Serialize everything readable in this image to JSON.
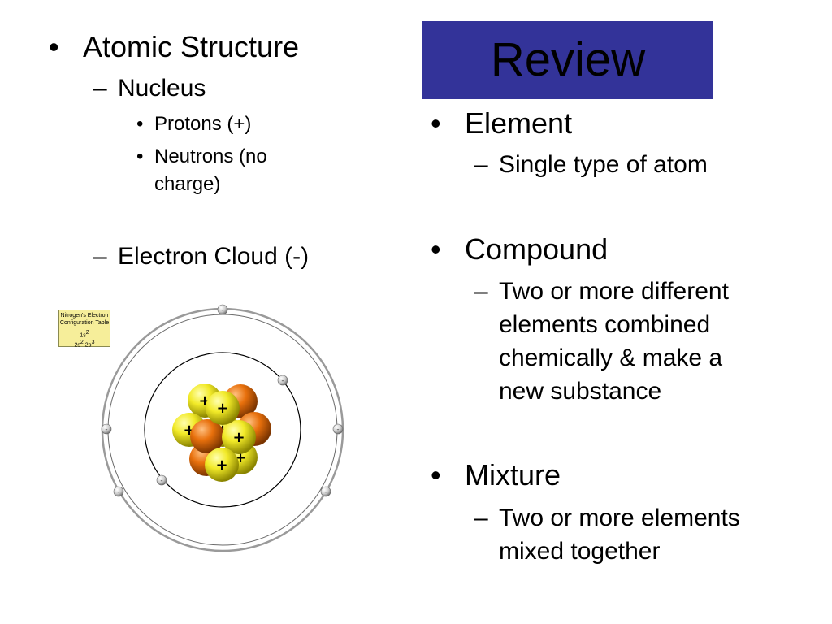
{
  "title": "Review",
  "left": {
    "heading": "Atomic Structure",
    "nucleus": "Nucleus",
    "protons": "Protons (+)",
    "neutrons_line1": "Neutrons (no",
    "neutrons_line2": "charge)",
    "electron_cloud": "Electron Cloud (-)"
  },
  "right": {
    "element": "Element",
    "element_def": "Single type of atom",
    "compound": "Compound",
    "compound_def": [
      "Two or more different",
      "elements combined",
      "chemically & make a",
      "new substance"
    ],
    "mixture": "Mixture",
    "mixture_def": [
      "Two or more elements",
      "mixed together"
    ]
  },
  "diagram": {
    "config_title_1": "Nitrogen's Electron",
    "config_title_2": "Configuration Table",
    "orbital_1": "1s",
    "orbital_1_sup": "2",
    "orbital_2a": "2s",
    "orbital_2a_sup": "2",
    "orbital_2b": "2p",
    "orbital_2b_sup": "3",
    "proton_sign": "+",
    "electron_sign": "-"
  },
  "markers": {
    "bullet": "•",
    "dash": "–"
  },
  "colors": {
    "title_bg": "#333399",
    "proton": "#e8e020",
    "neutron": "#e07010",
    "electron": "#bbbbbb"
  }
}
